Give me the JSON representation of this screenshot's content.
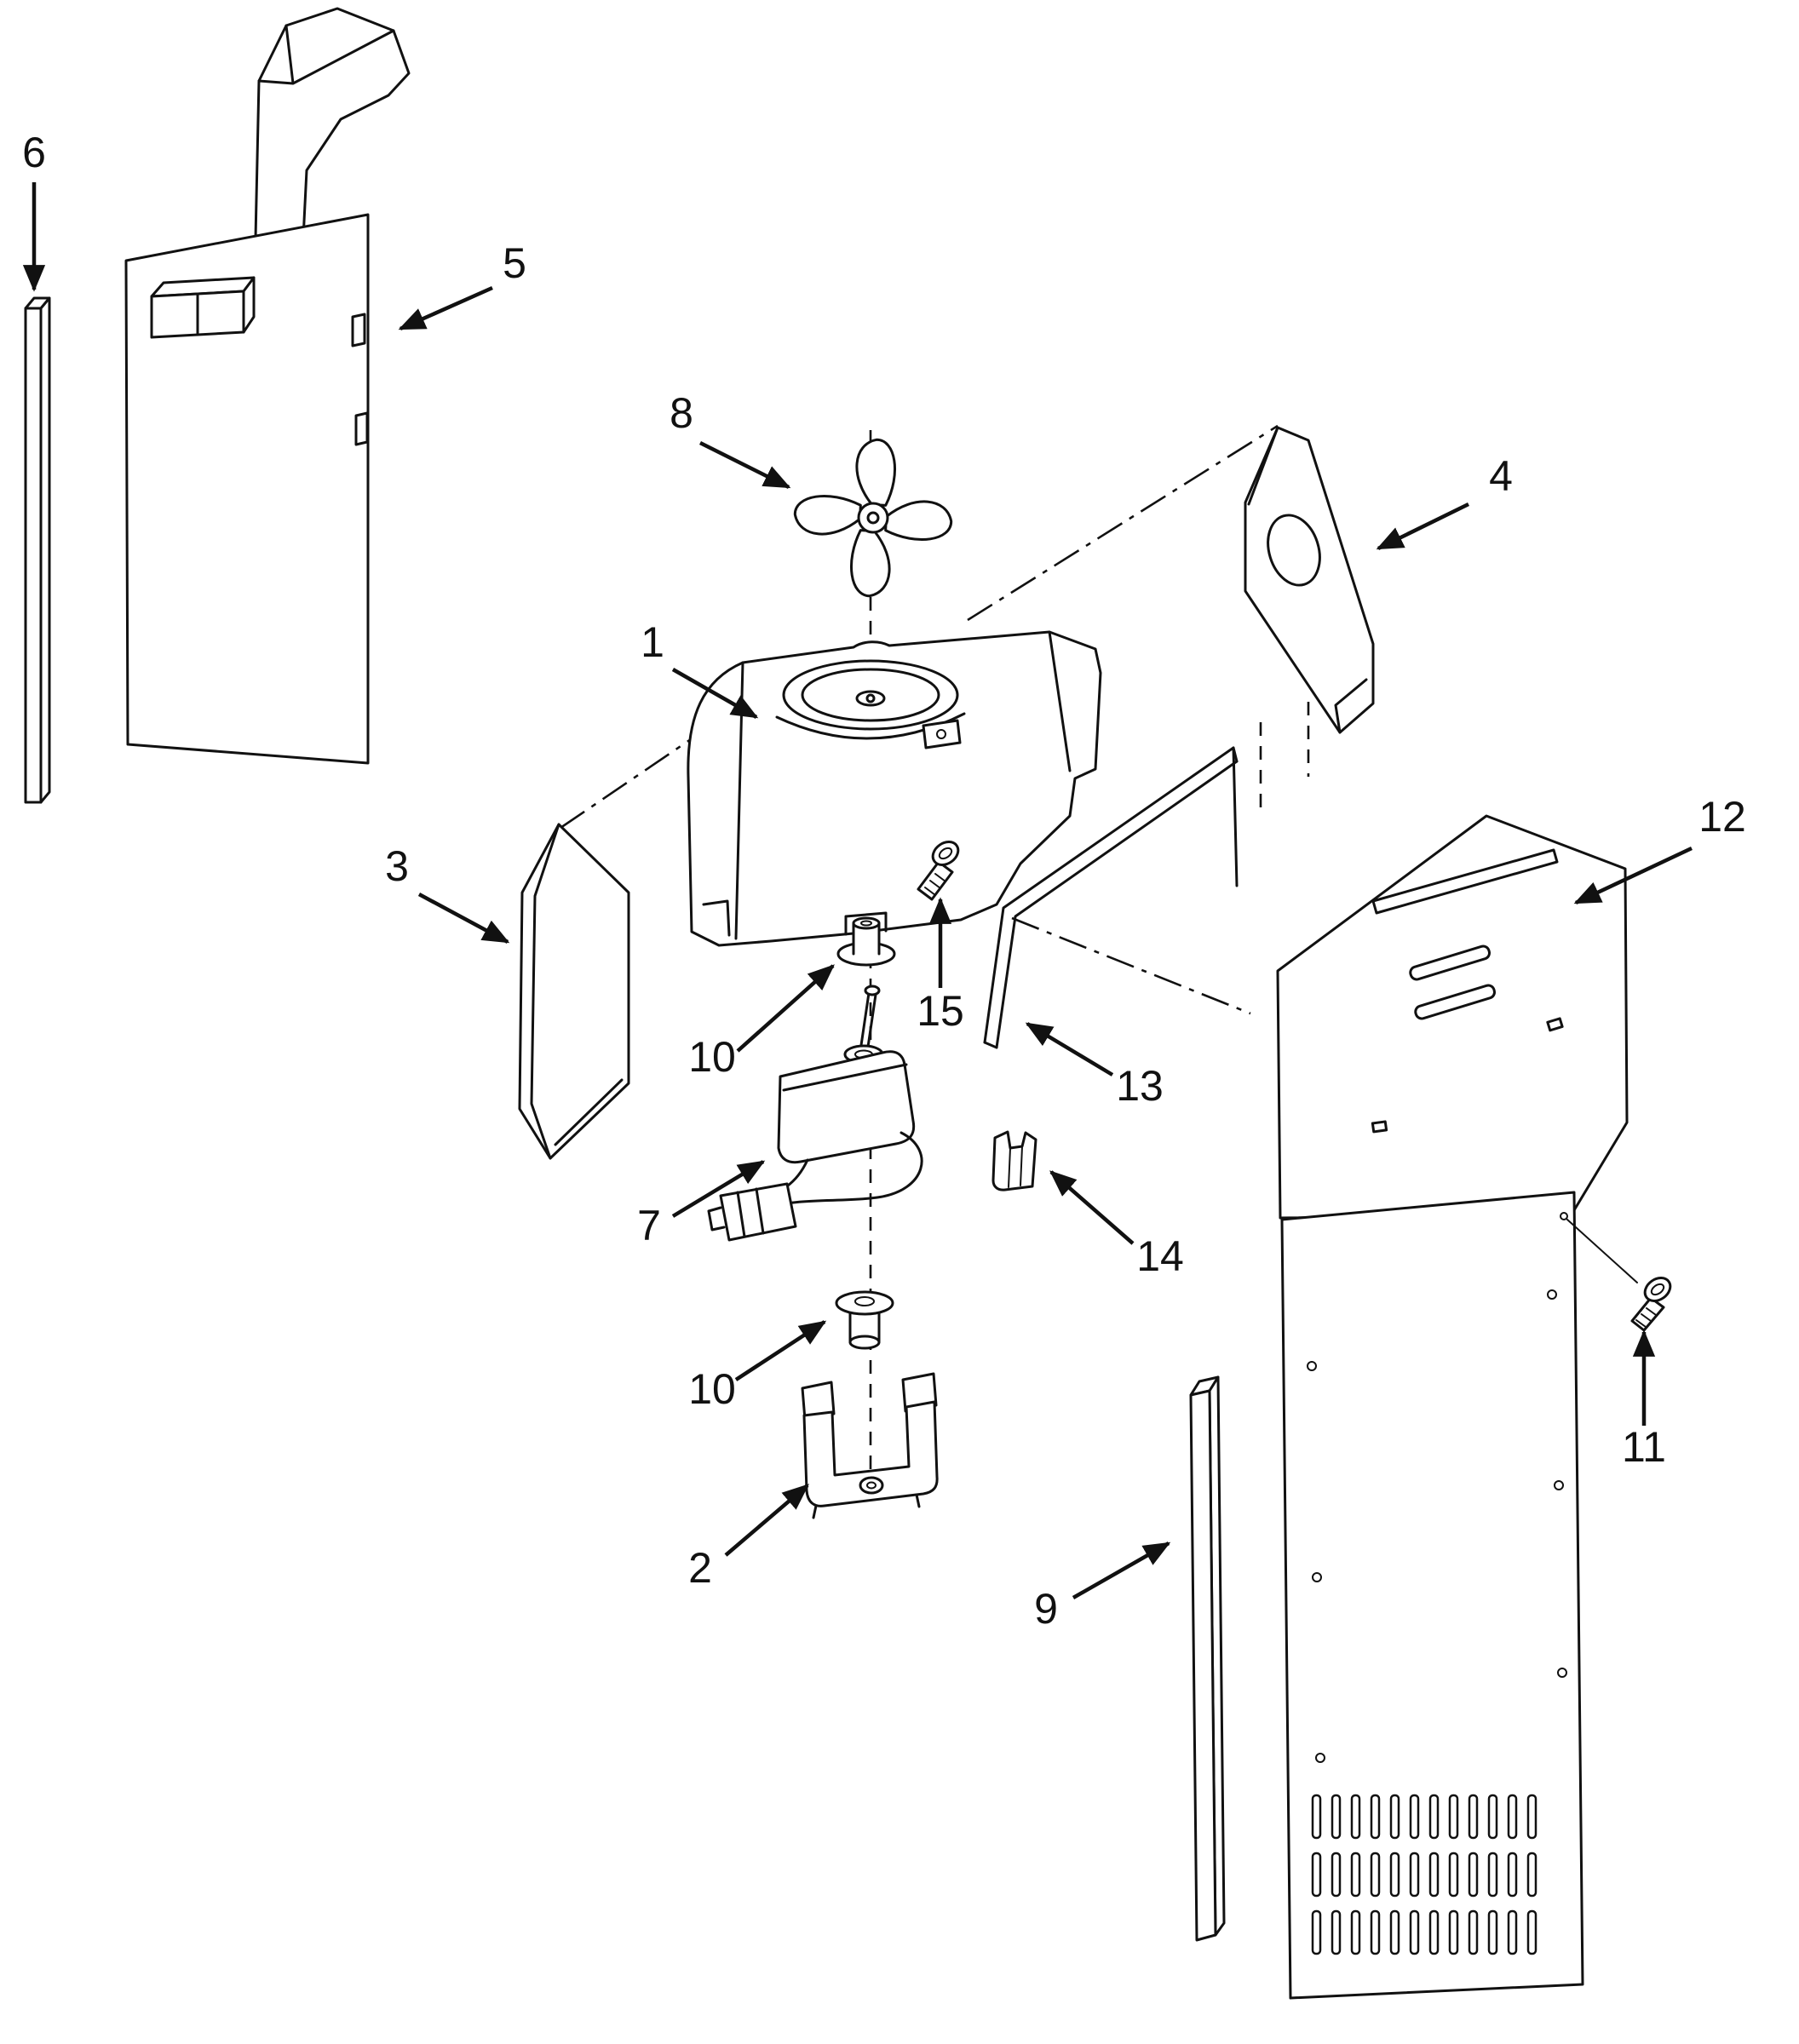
{
  "diagram": {
    "type": "exploded-parts-diagram",
    "colors": {
      "background": "#ffffff",
      "line": "#111111"
    },
    "callouts": [
      "6",
      "5",
      "8",
      "4",
      "1",
      "12",
      "3",
      "15",
      "10",
      "13",
      "7",
      "14",
      "10",
      "2",
      "11",
      "9"
    ]
  }
}
